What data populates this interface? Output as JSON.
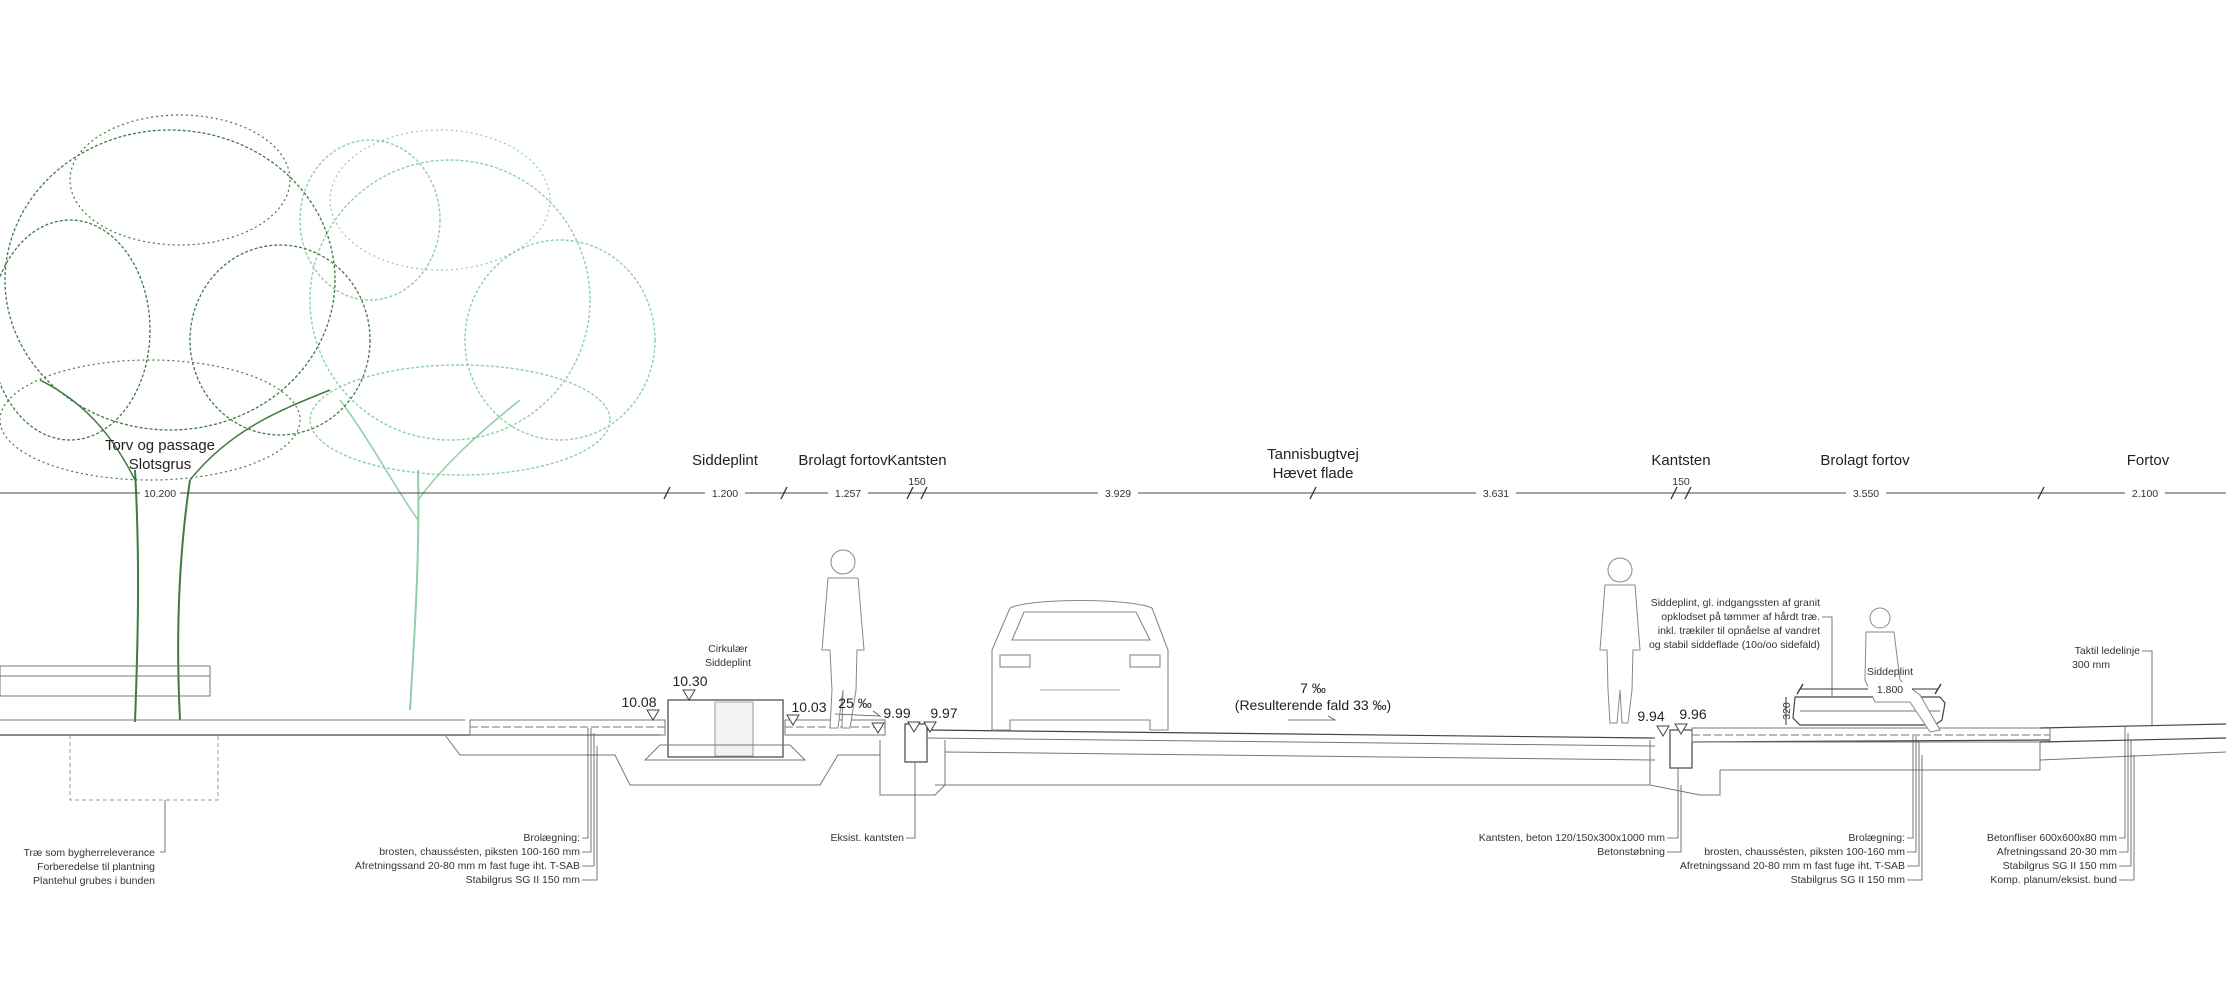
{
  "zones": {
    "torv_line1": "Torv og passage",
    "torv_line2": "Slotsgrus",
    "siddeplint": "Siddeplint",
    "brolagt_left": "Brolagt fortov",
    "kantsten_left": "Kantsten",
    "road_line1": "Tannisbugtvej",
    "road_line2": "Hævet flade",
    "kantsten_right": "Kantsten",
    "brolagt_right": "Brolagt fortov",
    "fortov": "Fortov"
  },
  "dimensions": {
    "d1": "10.200",
    "d2": "1.200",
    "d3": "1.257",
    "d4": "150",
    "d5": "3.929",
    "d6": "3.631",
    "d7": "150",
    "d8": "3.550",
    "d9": "2.100",
    "bench_width": "1.800",
    "bench_height": "320"
  },
  "elevations": {
    "e1": "10.08",
    "e2": "10.30",
    "e3": "10.03",
    "e4": "9.99",
    "e5": "9.97",
    "e6": "9.94",
    "e7": "9.96"
  },
  "slopes": {
    "left_walk": "25 ‰",
    "road_line1": "7 ‰",
    "road_line2": "(Resulterende fald 33 ‰)"
  },
  "annotations": {
    "cirkular_line1": "Cirkulær",
    "cirkular_line2": "Siddeplint",
    "siddeplint_right_1": "Siddeplint, gl. indgangssten af granit",
    "siddeplint_right_2": "opklodset på tømmer af hårdt træ.",
    "siddeplint_right_3": "inkl. trækiler til opnåelse af vandret",
    "siddeplint_right_4": "og stabil siddeflade (10o/oo sidefald)",
    "siddeplint_right_label": "Siddeplint",
    "taktil_1": "Taktil ledelinje",
    "taktil_2": "300 mm",
    "tree_1": "Træ som bygherreleverance",
    "tree_2": "Forberedelse til plantning",
    "tree_3": "Plantehul grubes i bunden",
    "bro_left_1": "Brolægning:",
    "bro_left_2": "brosten, chaussésten, piksten 100-160 mm",
    "bro_left_3": "Afretningssand 20-80 mm m fast fuge iht. T-SAB",
    "bro_left_4": "Stabilgrus SG II 150 mm",
    "eksist": "Eksist. kantsten",
    "kant_right_1": "Kantsten, beton 120/150x300x1000 mm",
    "kant_right_2": "Betonstøbning",
    "bro_right_1": "Brolægning:",
    "bro_right_2": "brosten, chaussésten, piksten 100-160 mm",
    "bro_right_3": "Afretningssand 20-80 mm m fast fuge iht. T-SAB",
    "bro_right_4": "Stabilgrus SG II 150 mm",
    "beton_1": "Betonfliser 600x600x80 mm",
    "beton_2": "Afretningssand 20-30 mm",
    "beton_3": "Stabilgrus SG II 150 mm",
    "beton_4": "Komp. planum/eksist. bund"
  },
  "colors": {
    "tree_dark": "#3f7a42",
    "tree_light": "#8fcfa8",
    "line": "#777777"
  }
}
